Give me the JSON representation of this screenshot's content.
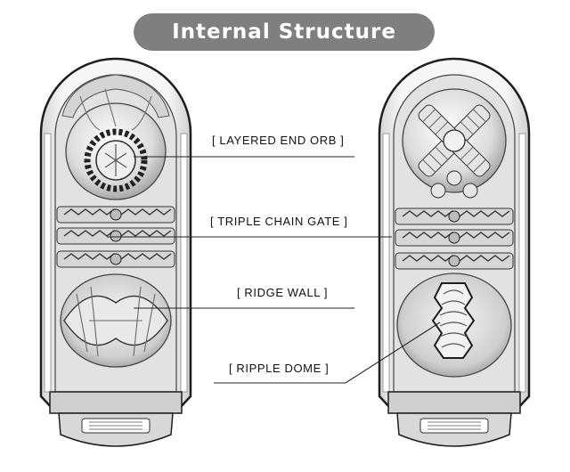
{
  "title": "Internal Structure",
  "labels": {
    "end_orb": "[ LAYERED END ORB ]",
    "chain_gate": "[ TRIPLE CHAIN GATE ]",
    "ridge_wall": "[ RIDGE WALL ]",
    "ripple_dome": "[ RIPPLE DOME ]"
  },
  "colors": {
    "pill": "#7f7f7f",
    "line": "#222222",
    "body_fill": "#eeeeee",
    "outline": "#1e1e1e"
  }
}
